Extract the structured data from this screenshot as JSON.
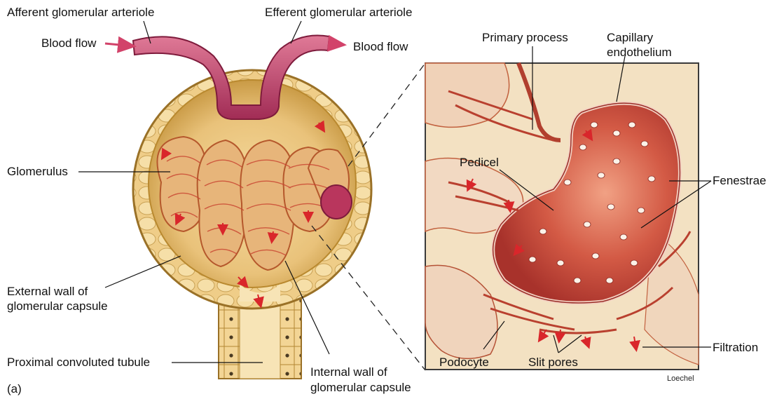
{
  "labels": {
    "afferent": "Afferent glomerular arteriole",
    "efferent": "Efferent glomerular arteriole",
    "blood_flow_in": "Blood flow",
    "blood_flow_out": "Blood flow",
    "glomerulus": "Glomerulus",
    "external_wall_1": "External wall of",
    "external_wall_2": "glomerular capsule",
    "proximal_tubule": "Proximal convoluted tubule",
    "internal_wall_1": "Internal wall of",
    "internal_wall_2": "glomerular capsule",
    "primary_process": "Primary process",
    "capillary_1": "Capillary",
    "capillary_2": "endothelium",
    "pedicel": "Pedicel",
    "fenestrae": "Fenestrae",
    "filtration": "Filtration",
    "podocyte": "Podocyte",
    "slit_pores": "Slit pores",
    "panel": "(a)",
    "credit": "Loechel"
  },
  "colors": {
    "capsule": "#e9c27a",
    "capsule_dark": "#b9892f",
    "vessel": "#c8416a",
    "vessel_dark": "#8e1f44",
    "capillary": "#c9473a",
    "capillary_light": "#e48a6a",
    "arrow_red": "#d9262b",
    "frame": "#3a3a3a"
  }
}
